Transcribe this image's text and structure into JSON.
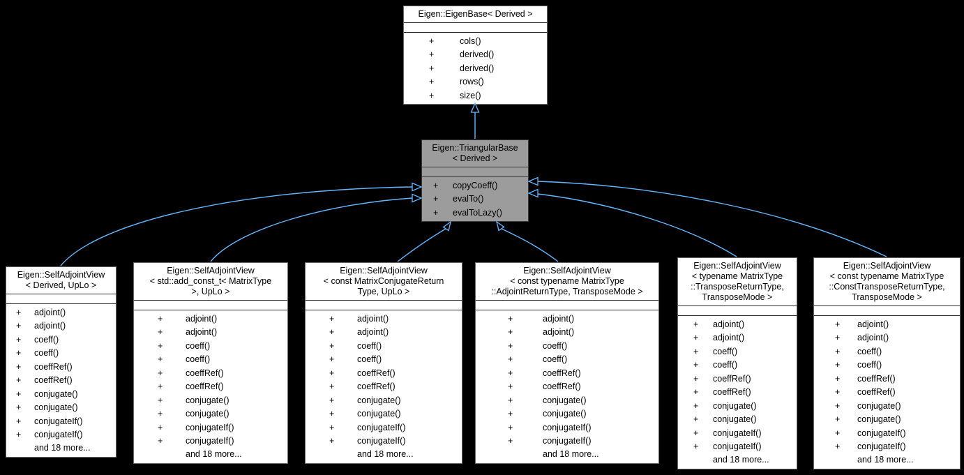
{
  "diagram": {
    "type": "class-inheritance-graph",
    "visibility_symbol": "+",
    "colors": {
      "background": "#000000",
      "arrow": "#63b8ff",
      "node_fill": "#ffffff",
      "node_border": "#6a6a6a",
      "highlight_fill": "#9c9c9c",
      "highlight_border": "#3a3a3a",
      "text": "#000000"
    },
    "classes": [
      {
        "id": "eigenbase",
        "title_lines": [
          "Eigen::EigenBase< Derived >"
        ],
        "methods": [
          "cols()",
          "derived()",
          "derived()",
          "rows()",
          "size()"
        ],
        "more": null,
        "highlighted": false
      },
      {
        "id": "triangularbase",
        "title_lines": [
          "Eigen::TriangularBase",
          "< Derived >"
        ],
        "methods": [
          "copyCoeff()",
          "evalTo()",
          "evalToLazy()"
        ],
        "more": null,
        "highlighted": true
      },
      {
        "id": "selfadjointview-derived-uplo",
        "title_lines": [
          "Eigen::SelfAdjointView",
          "< Derived, UpLo >"
        ],
        "methods": [
          "adjoint()",
          "adjoint()",
          "coeff()",
          "coeff()",
          "coeffRef()",
          "coeffRef()",
          "conjugate()",
          "conjugate()",
          "conjugateIf()",
          "conjugateIf()"
        ],
        "more": "and 18 more...",
        "highlighted": false
      },
      {
        "id": "selfadjointview-add-const-t",
        "title_lines": [
          "Eigen::SelfAdjointView",
          "< std::add_const_t< MatrixType",
          ">, UpLo >"
        ],
        "methods": [
          "adjoint()",
          "adjoint()",
          "coeff()",
          "coeff()",
          "coeffRef()",
          "coeffRef()",
          "conjugate()",
          "conjugate()",
          "conjugateIf()",
          "conjugateIf()"
        ],
        "more": "and 18 more...",
        "highlighted": false
      },
      {
        "id": "selfadjointview-conjugate-return",
        "title_lines": [
          "Eigen::SelfAdjointView",
          "< const MatrixConjugateReturn",
          "Type, UpLo >"
        ],
        "methods": [
          "adjoint()",
          "adjoint()",
          "coeff()",
          "coeff()",
          "coeffRef()",
          "coeffRef()",
          "conjugate()",
          "conjugate()",
          "conjugateIf()",
          "conjugateIf()"
        ],
        "more": "and 18 more...",
        "highlighted": false
      },
      {
        "id": "selfadjointview-adjoint-return",
        "title_lines": [
          "Eigen::SelfAdjointView",
          "< const typename MatrixType",
          "::AdjointReturnType, TransposeMode >"
        ],
        "methods": [
          "adjoint()",
          "adjoint()",
          "coeff()",
          "coeff()",
          "coeffRef()",
          "coeffRef()",
          "conjugate()",
          "conjugate()",
          "conjugateIf()",
          "conjugateIf()"
        ],
        "more": "and 18 more...",
        "highlighted": false
      },
      {
        "id": "selfadjointview-transpose-return",
        "title_lines": [
          "Eigen::SelfAdjointView",
          "< typename MatrixType",
          "::TransposeReturnType,",
          "TransposeMode >"
        ],
        "methods": [
          "adjoint()",
          "adjoint()",
          "coeff()",
          "coeff()",
          "coeffRef()",
          "coeffRef()",
          "conjugate()",
          "conjugate()",
          "conjugateIf()",
          "conjugateIf()"
        ],
        "more": "and 18 more...",
        "highlighted": false
      },
      {
        "id": "selfadjointview-const-transpose-return",
        "title_lines": [
          "Eigen::SelfAdjointView",
          "< const typename MatrixType",
          "::ConstTransposeReturnType,",
          "TransposeMode >"
        ],
        "methods": [
          "adjoint()",
          "adjoint()",
          "coeff()",
          "coeff()",
          "coeffRef()",
          "coeffRef()",
          "conjugate()",
          "conjugate()",
          "conjugateIf()",
          "conjugateIf()"
        ],
        "more": "and 18 more...",
        "highlighted": false
      }
    ],
    "edges": [
      {
        "from": "triangularbase",
        "to": "eigenbase",
        "kind": "public-inheritance"
      },
      {
        "from": "selfadjointview-derived-uplo",
        "to": "triangularbase",
        "kind": "public-inheritance"
      },
      {
        "from": "selfadjointview-add-const-t",
        "to": "triangularbase",
        "kind": "public-inheritance"
      },
      {
        "from": "selfadjointview-conjugate-return",
        "to": "triangularbase",
        "kind": "public-inheritance"
      },
      {
        "from": "selfadjointview-adjoint-return",
        "to": "triangularbase",
        "kind": "public-inheritance"
      },
      {
        "from": "selfadjointview-transpose-return",
        "to": "triangularbase",
        "kind": "public-inheritance"
      },
      {
        "from": "selfadjointview-const-transpose-return",
        "to": "triangularbase",
        "kind": "public-inheritance"
      }
    ]
  }
}
